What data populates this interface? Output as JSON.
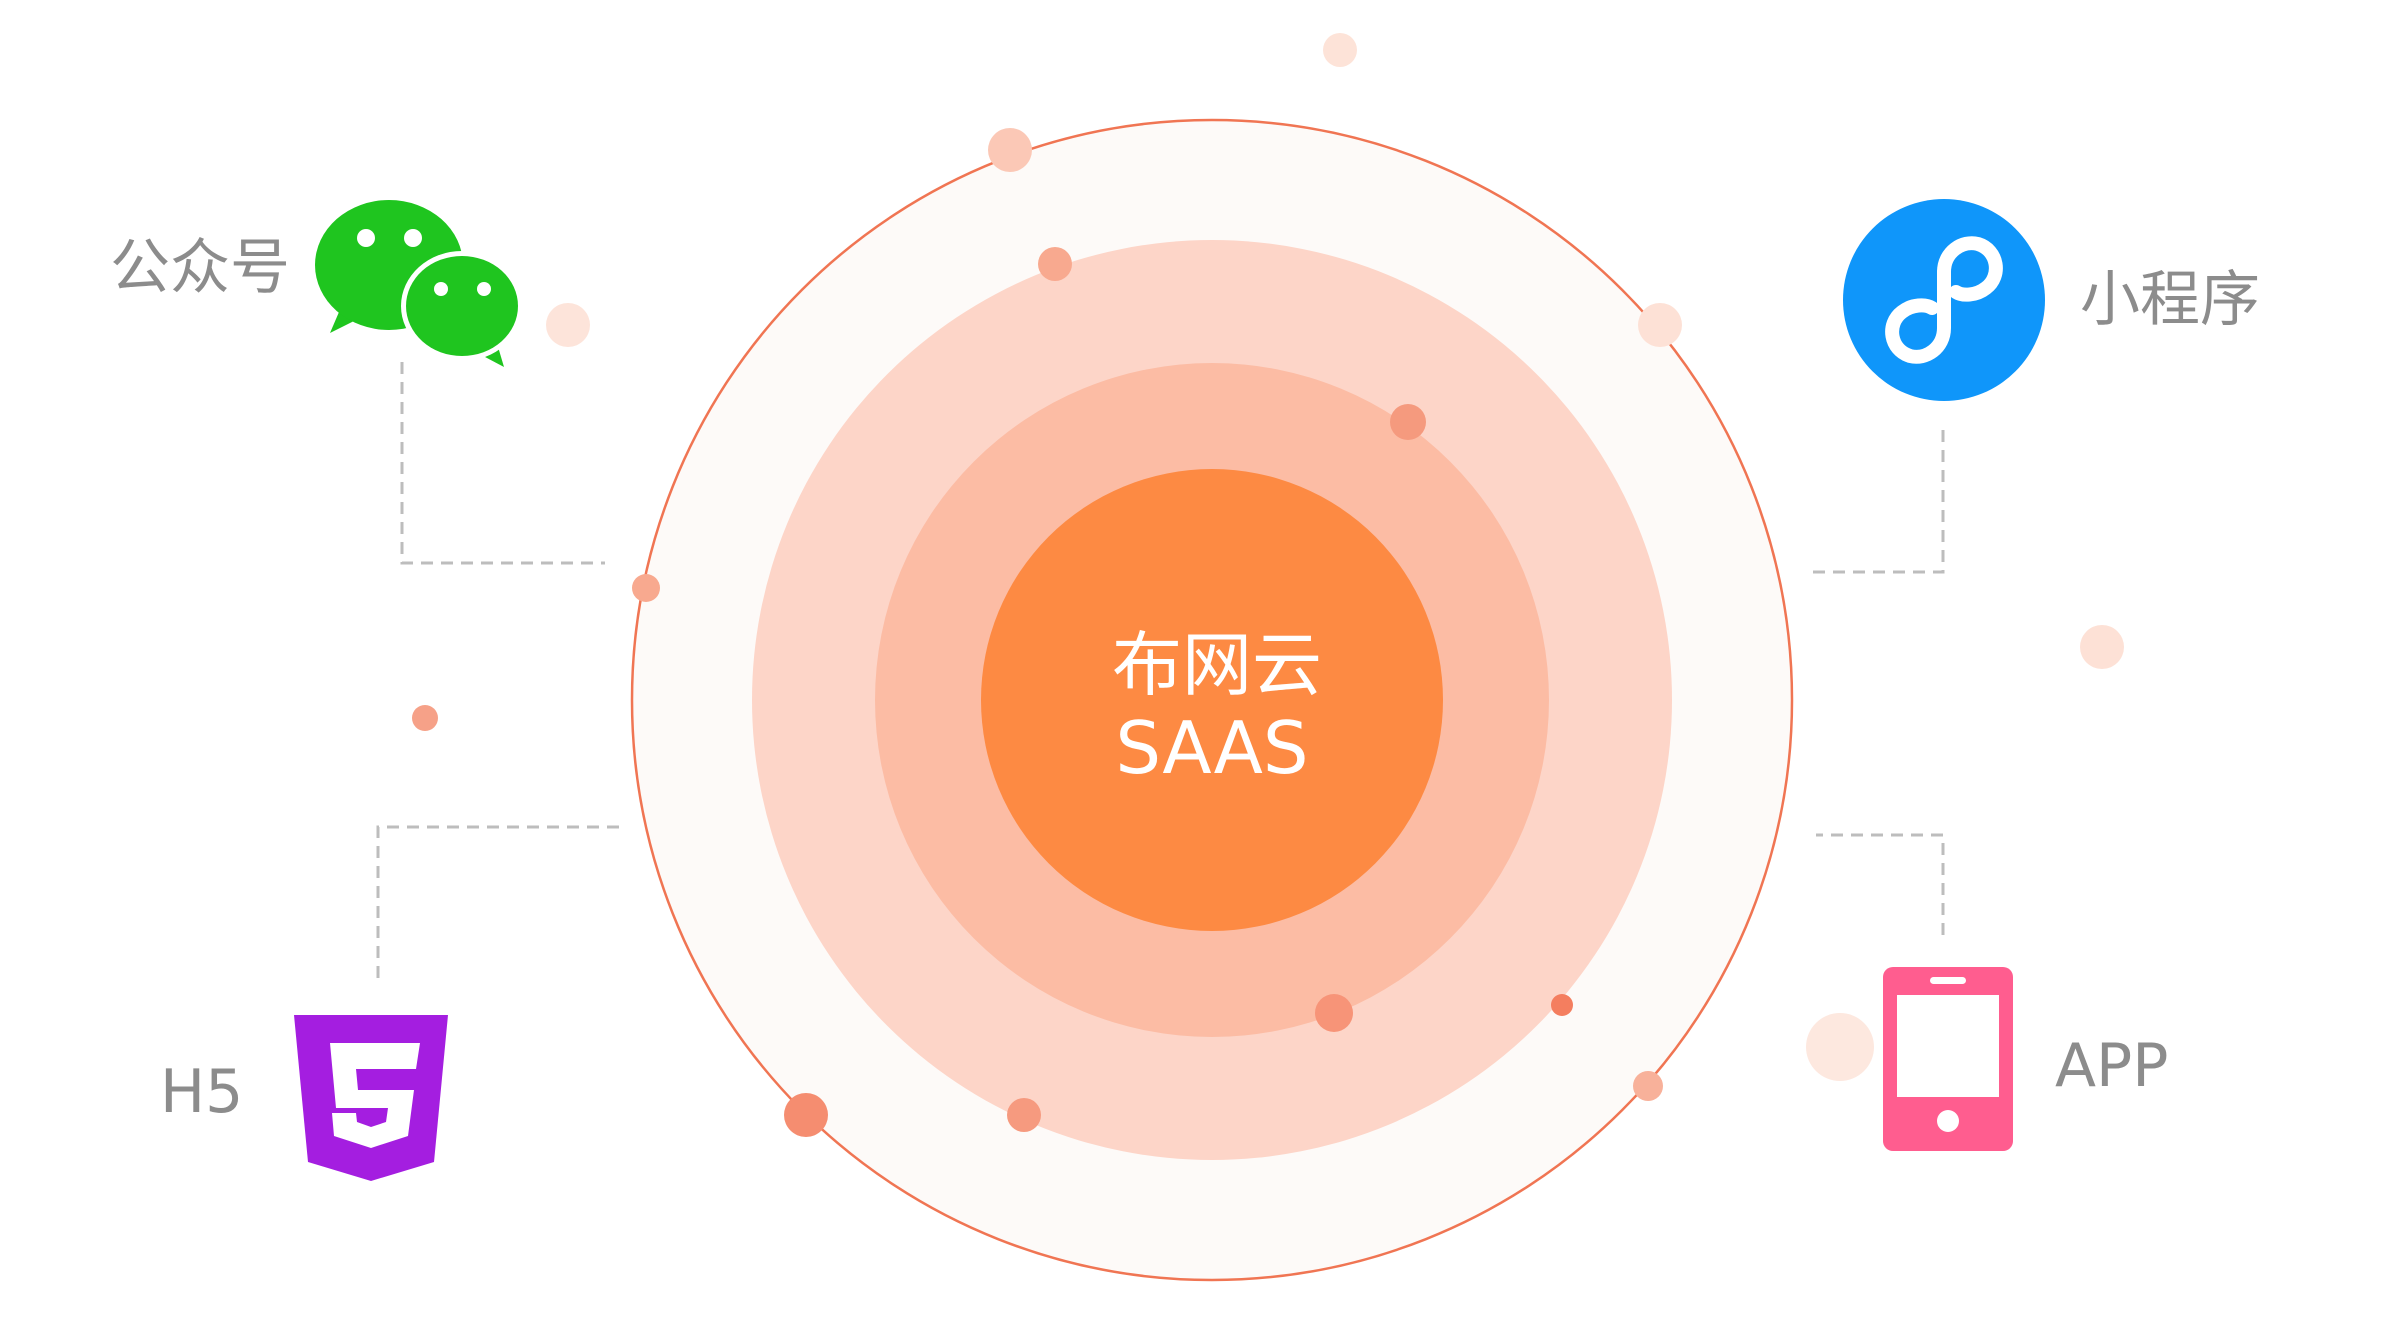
{
  "center": {
    "line1": "布网云",
    "line2": "SAAS"
  },
  "channels": {
    "wechat_official_account": {
      "label": "公众号",
      "icon": "wechat-icon",
      "color": "#1fc51f"
    },
    "mini_program": {
      "label": "小程序",
      "icon": "mini-program-icon",
      "color": "#0f96fa"
    },
    "h5": {
      "label": "H5",
      "icon": "html5-icon",
      "color": "#a41ee0"
    },
    "app": {
      "label": "APP",
      "icon": "mobile-phone-icon",
      "color": "#ff5d8f"
    }
  },
  "colors": {
    "core": "#fd8a43",
    "ring_inner": "#fcbca4",
    "ring_middle": "#fdd5c8",
    "ring_outer_fill": "#fdfaf8",
    "ring_outer_stroke": "#f07553",
    "connector": "#bdbdbd",
    "label_text": "#8c8c8c"
  }
}
